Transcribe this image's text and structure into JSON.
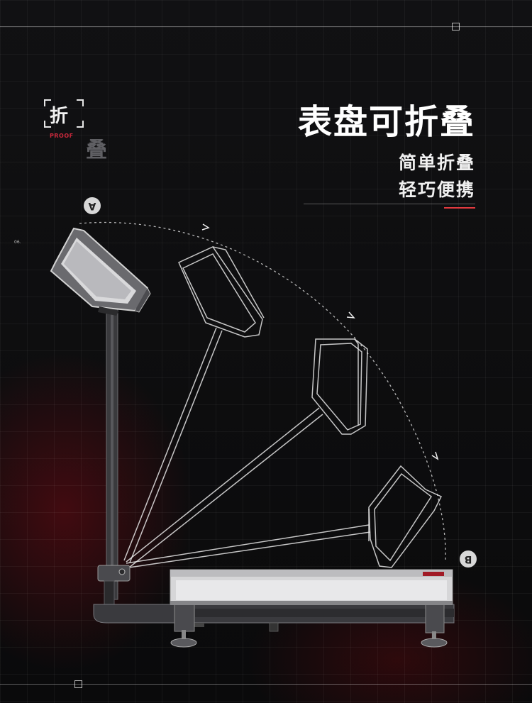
{
  "heading": {
    "title": "表盘可折叠",
    "line1": "简单折叠",
    "line2": "轻巧便携"
  },
  "badge": {
    "char_main": "折",
    "word": "PROOF",
    "char_secondary": "叠"
  },
  "markers": {
    "side_number": "06.",
    "position_a": "A",
    "position_b": "B"
  },
  "colors": {
    "background": "#0b0b0c",
    "accent": "#e23a3f",
    "text": "#ffffff"
  }
}
